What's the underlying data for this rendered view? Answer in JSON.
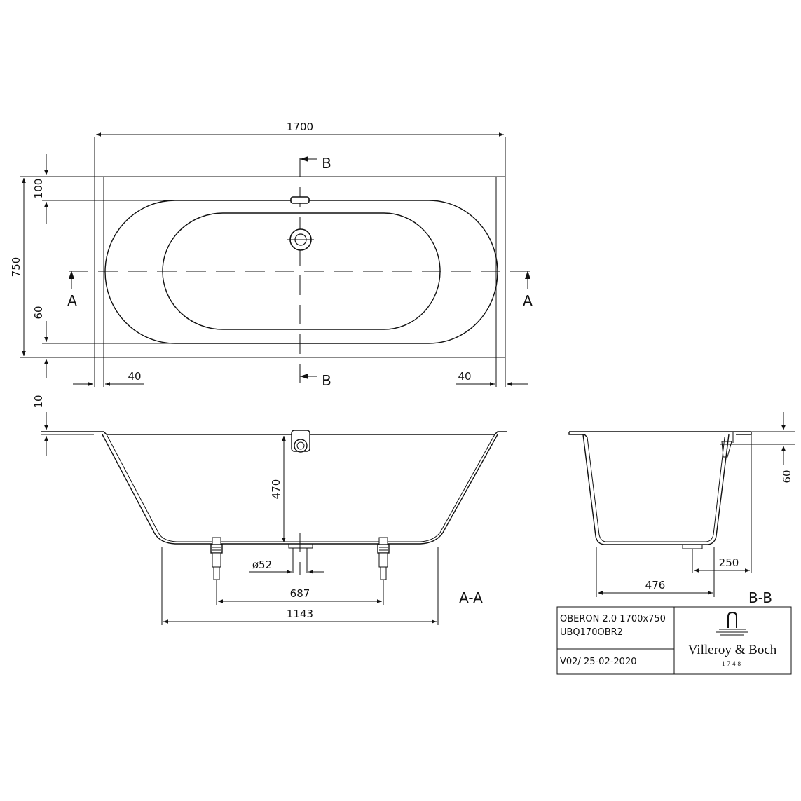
{
  "dimensions": {
    "length": "1700",
    "width": "750",
    "top_offset": "100",
    "bottom_offset": "60",
    "left_offset": "40",
    "right_offset": "40",
    "rim_thickness": "10",
    "depth": "470",
    "waste_diameter": "ø52",
    "feet_spacing": "687",
    "base_length": "1143",
    "overflow_height": "60",
    "waste_offset": "250",
    "base_width": "476"
  },
  "section_labels": {
    "a_left": "A",
    "a_right": "A",
    "b_top": "B",
    "b_bottom": "B",
    "section_aa": "A-A",
    "section_bb": "B-B"
  },
  "title_block": {
    "product": "OBERON 2.0 1700x750",
    "code": "UBQ170OBR2",
    "version": "V02/ 25-02-2020",
    "brand": "Villeroy & Boch",
    "year": "1748",
    "logo_icon": "faucet-icon"
  }
}
